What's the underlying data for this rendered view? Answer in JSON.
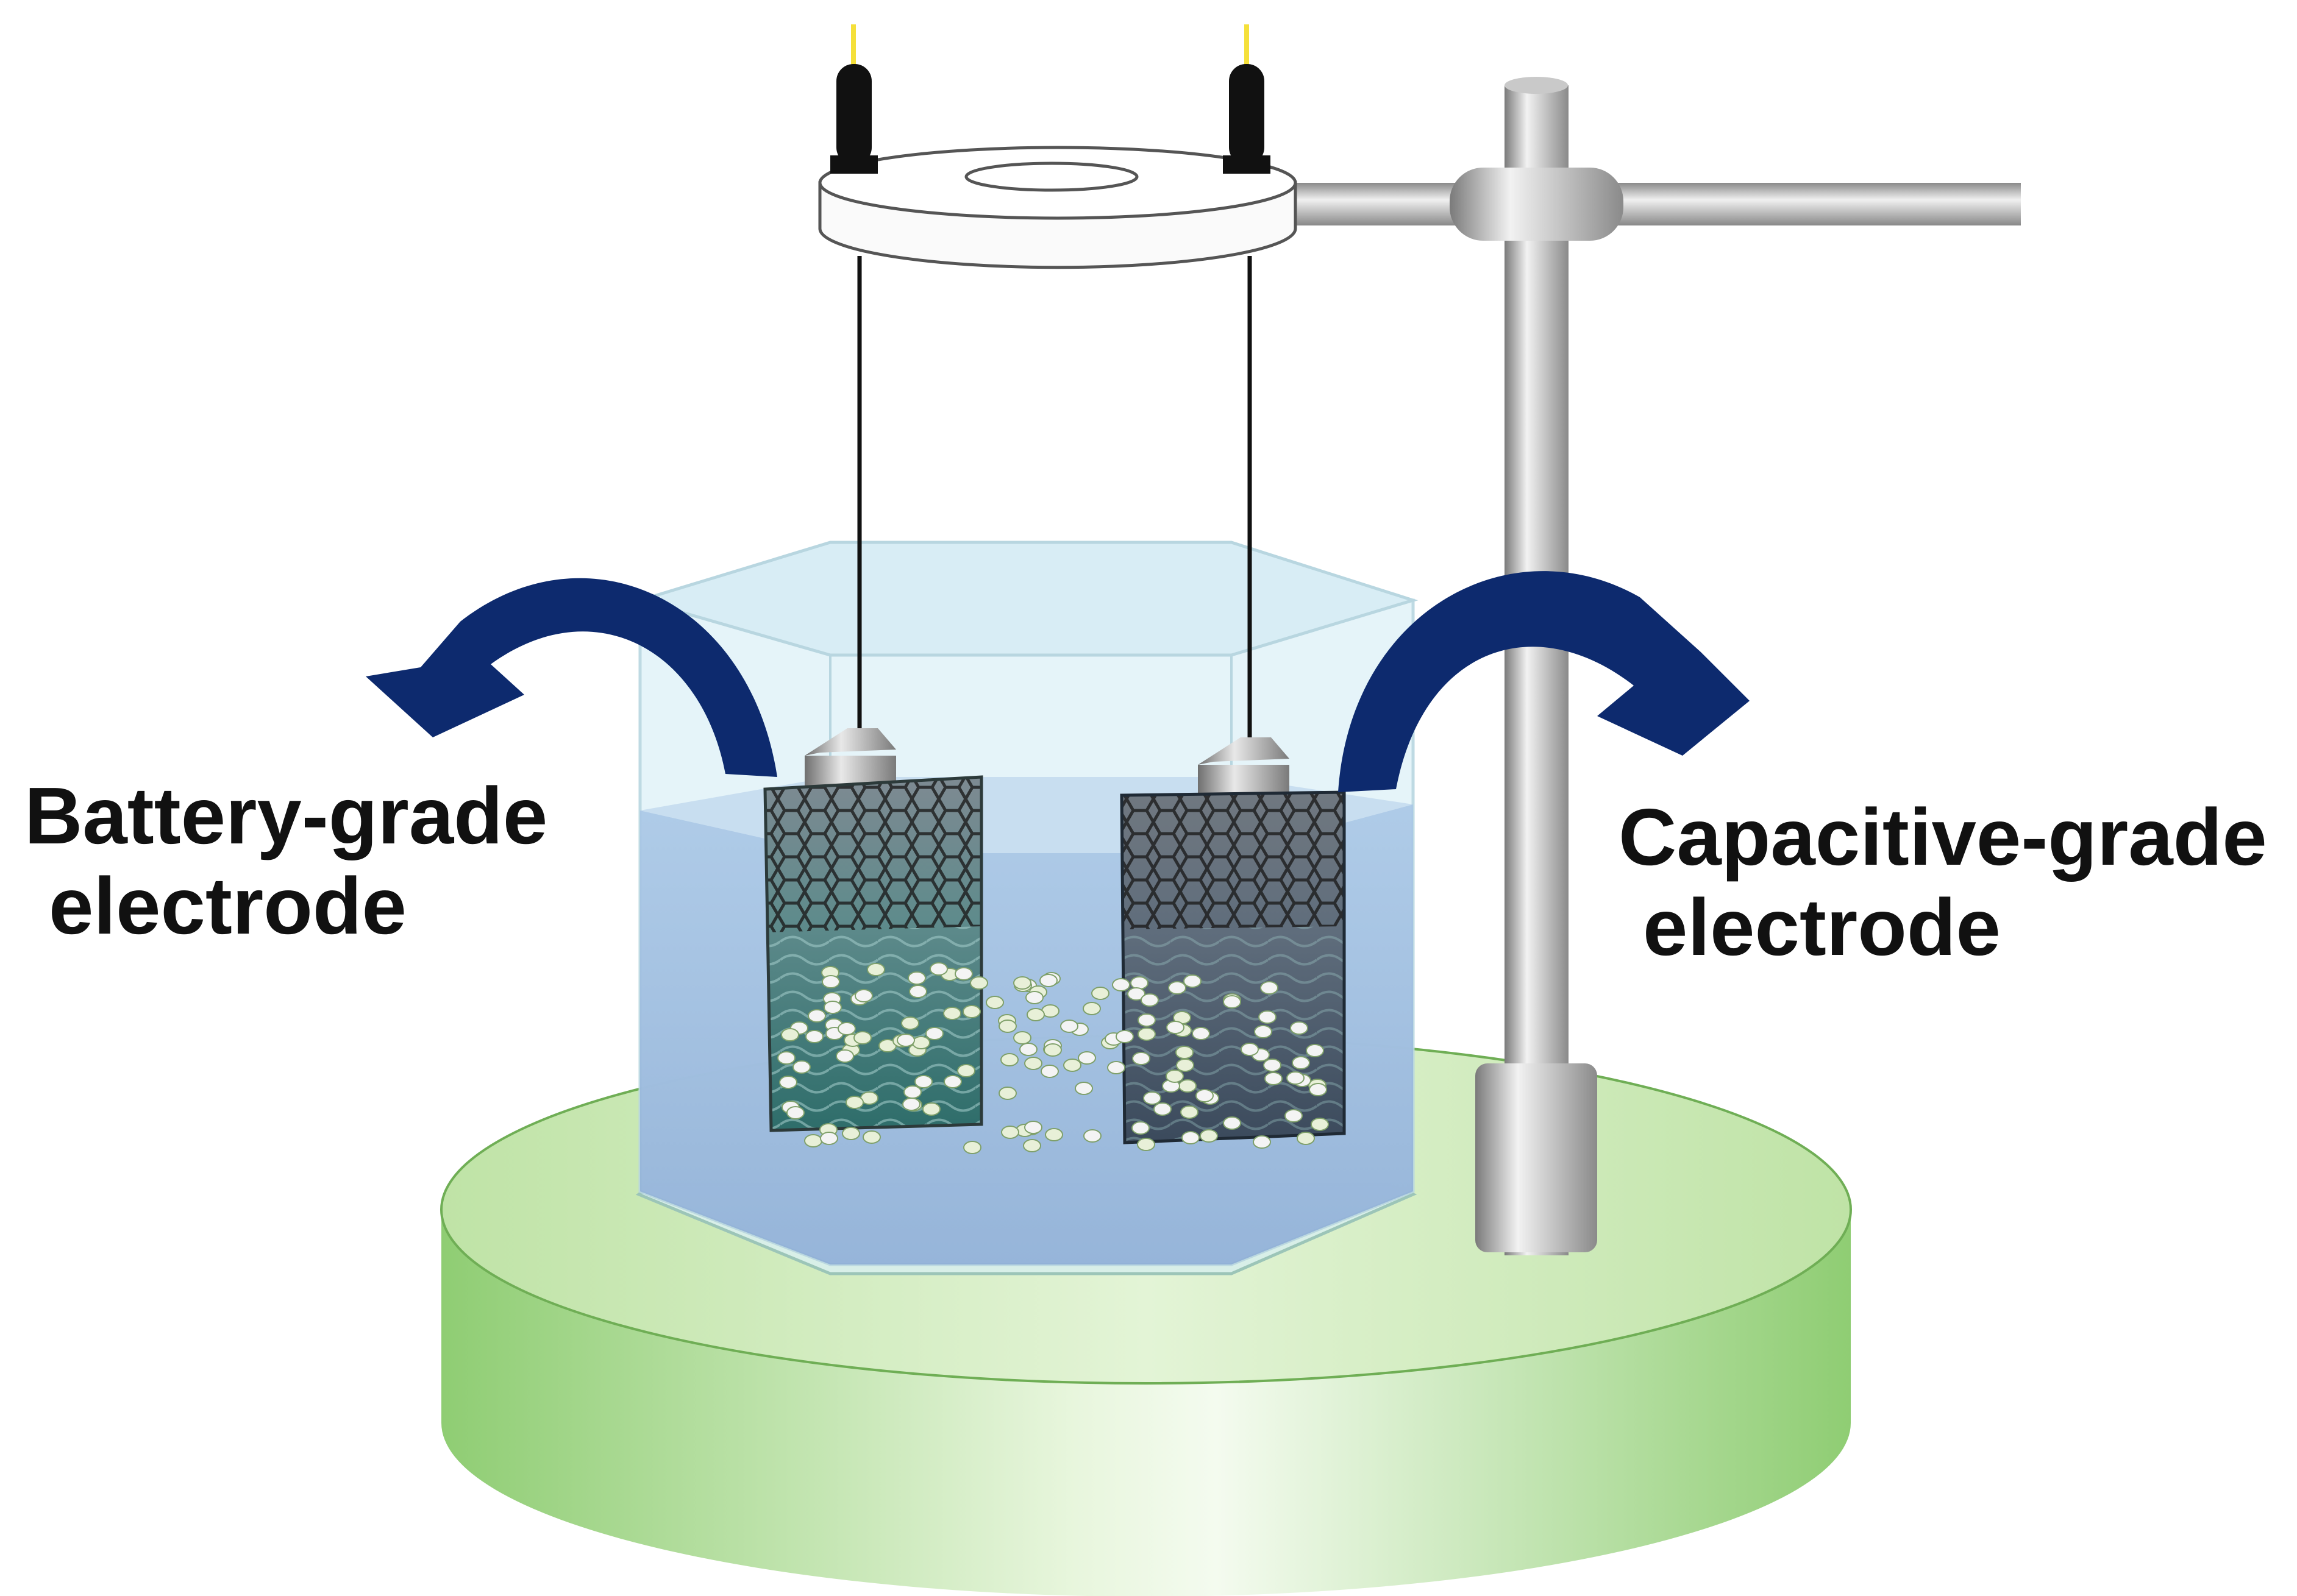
{
  "labels": {
    "left": {
      "line1": "Battery-grade",
      "line2": "electrode"
    },
    "right": {
      "line1": "Capacitive-grade",
      "line2": "electrode"
    }
  },
  "colors": {
    "arrow": "#0d2a6e",
    "stand_base": "#a8d88c",
    "electrolyte": "#8fb3d9",
    "beaker_glass": "#dff1f8",
    "rod": "#a0a0a0",
    "terminal_tip": "#f5e03a"
  },
  "icons": [
    "curved-arrow-icon",
    "beaker-icon",
    "electrode-icon",
    "clamp-stand-icon",
    "ion-particle-icon"
  ]
}
